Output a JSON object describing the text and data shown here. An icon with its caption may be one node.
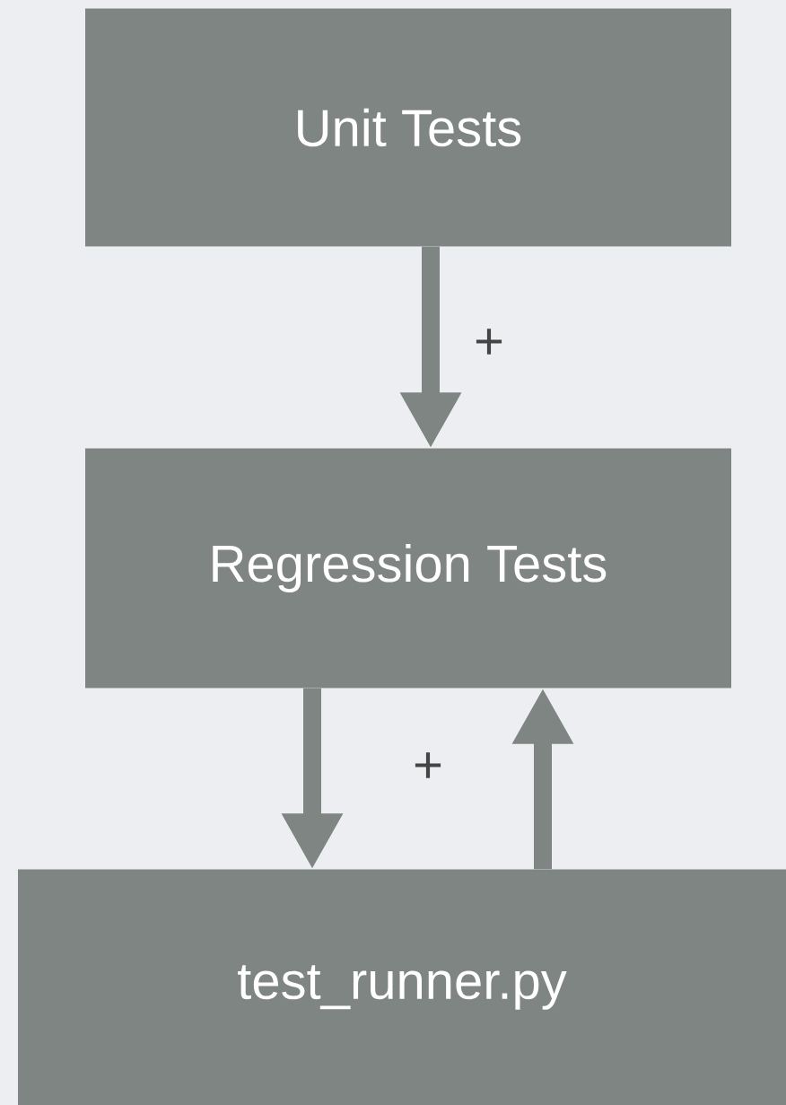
{
  "diagram": {
    "nodes": [
      {
        "text": [
          "Unit Tests"
        ]
      },
      {
        "text": [
          "Regression Tests"
        ]
      },
      {
        "text": [
          "test_runner.py"
        ]
      }
    ],
    "edges": [
      {
        "from": 0,
        "to": 1,
        "arrow": "to",
        "label": "+"
      },
      {
        "from": 1,
        "to": 2,
        "arrow": "to",
        "label": "+"
      },
      {
        "from": 2,
        "to": 1,
        "arrow": "to"
      }
    ]
  }
}
